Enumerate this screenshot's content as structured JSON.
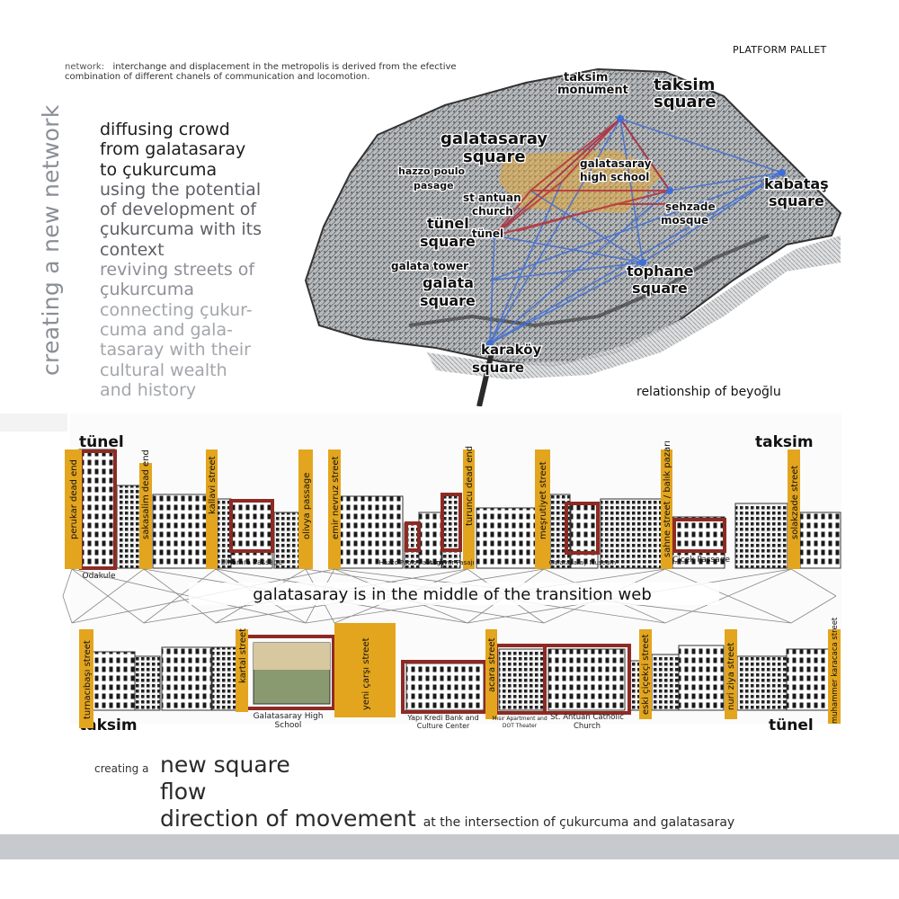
{
  "header": {
    "platform": "PLATFORM PALLET",
    "network_keyword": "network:",
    "network_text": "interchange and displacement  in the metropolis is derived from the efective combination of different chanels of communication and locomotion."
  },
  "vertical_title": "creating a new network",
  "left_text": [
    "diffusing crowd",
    "from galatasaray",
    "to çukurcuma",
    "using the potential",
    "of development of",
    "çukurcuma with its",
    "context",
    "reviving streets of",
    "çukurcuma",
    "connecting çukur-",
    "cuma and gala-",
    "tasaray with their",
    "cultural wealth",
    "and history"
  ],
  "map": {
    "caption": "relationship of beyoğlu",
    "labels": {
      "taksim_monument_1": "taksim",
      "taksim_monument_2": "monument",
      "taksim_square_1": "taksim",
      "taksim_square_2": "square",
      "galatasaray_square_1": "galatasaray",
      "galatasaray_square_2": "square",
      "hazzo_1": "hazzo poulo",
      "hazzo_2": "pasage",
      "gs_high_1": "galatasaray",
      "gs_high_2": "high school",
      "kabatas_1": "kabataş",
      "kabatas_2": "square",
      "st_antuan_1": "st antuan",
      "st_antuan_2": "church",
      "sehzade_1": "şehzade",
      "sehzade_2": "mosque",
      "tunel_square_1": "tünel",
      "tunel_square_2": "square",
      "tunel": "tünel",
      "galata_tower": "galata tower",
      "galata_square_1": "galata",
      "galata_square_2": "square",
      "tophane_1": "tophane",
      "tophane_2": "square",
      "karakoy_1": "karaköy",
      "karakoy_2": "square"
    }
  },
  "streets": {
    "top_left_end": "tünel",
    "top_right_end": "taksim",
    "bottom_left_end": "taksim",
    "bottom_right_end": "tünel",
    "transition_label": "galatasaray is in the middle of the transition web",
    "top_street_names": [
      "perukar dead end",
      "sakasalim dead end",
      "kallavi street",
      "olivya passage",
      "emir nevruz street",
      "turuncu dead end",
      "meşrutiyet street",
      "sahne street / balık pazarı",
      "solakzade street"
    ],
    "top_buildings": [
      "Odakule",
      "Elhamra Passage",
      "Hazzo Paolo Passage",
      "Aznavur Pasajı",
      "Galatasaray Museum",
      "Çiçek Passage"
    ],
    "bottom_street_names": [
      "turnacıbaşı street",
      "kartal street",
      "yeni çarşı street",
      "acara street",
      "eski çiçekçi street",
      "nuri ziya street",
      "muhammer karacaca street"
    ],
    "bottom_buildings": [
      "Galatasaray High School",
      "Yapı Kredi Bank and Culture Center",
      "Mısır Apartment and DOT Theater",
      "St. Antuan Catholic Church"
    ]
  },
  "bottom": {
    "creating_a": "creating a",
    "line1": "new square",
    "line2": "flow",
    "line3": "direction of movement",
    "line3_small": "at the intersection of çukurcuma and galatasaray"
  },
  "colors": {
    "accent": "#E3A51E",
    "building_outline": "#8E2A24",
    "network_blue": "#3F6FD6",
    "network_red": "#B72A35",
    "zone_orange": "#E5A93A",
    "footer": "#C6C9CD"
  }
}
